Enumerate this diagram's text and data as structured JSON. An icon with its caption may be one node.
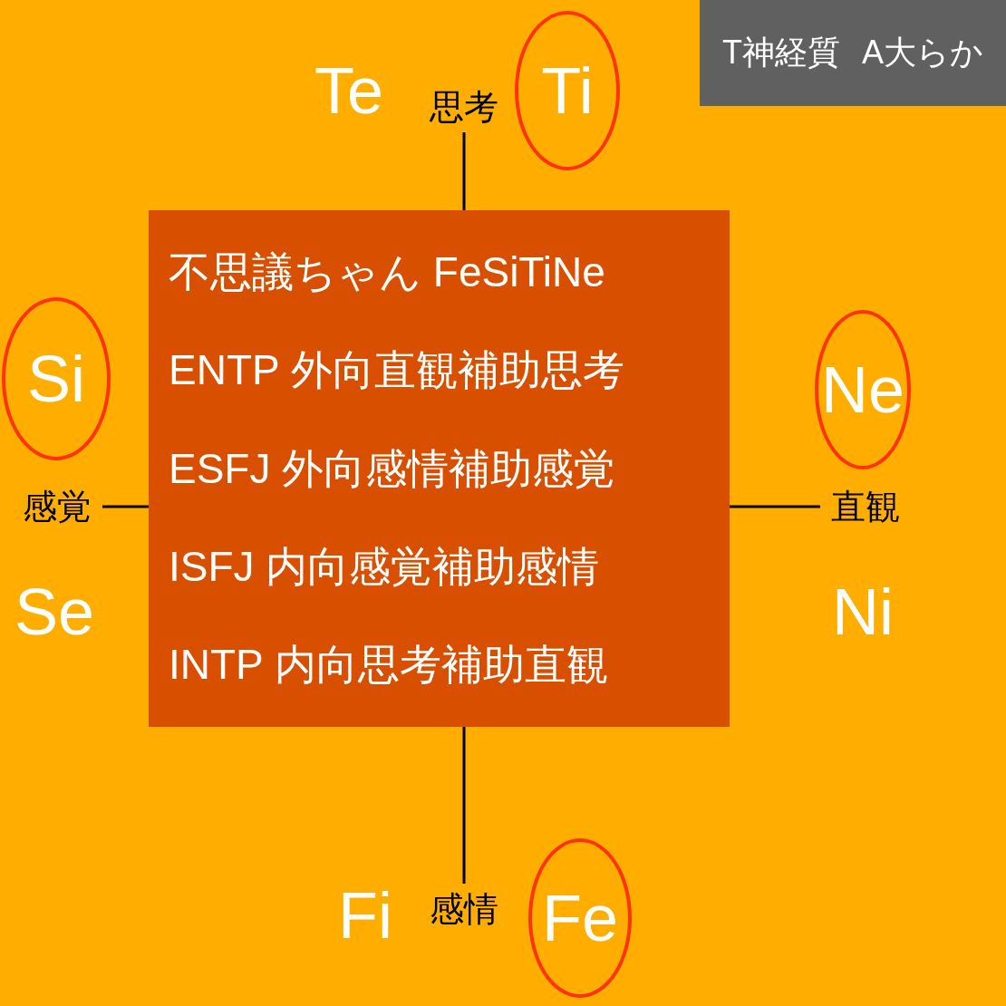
{
  "diagram": {
    "nodes": [
      {
        "text": [
          "T神経質",
          "A大らか"
        ]
      },
      {
        "text": [
          "思考"
        ]
      },
      {
        "text": [
          "Ti"
        ]
      },
      {
        "text": [
          "Si"
        ]
      },
      {
        "text": [
          "不思議ちゃん FeSiTiNe",
          "ENTP 外向直観補助思考",
          "ESFJ 外向感情補助感覚",
          "ISFJ 内向感覚補助感情",
          "INTP 内向思考補助直観"
        ]
      },
      {
        "text": [
          "Ne"
        ]
      },
      {
        "text": [
          "感覚"
        ]
      },
      {
        "text": [
          "直観"
        ]
      },
      {
        "text": [
          "感情"
        ]
      },
      {
        "text": [
          "Fe"
        ]
      }
    ],
    "edges": [
      {
        "from": 1,
        "to": 4,
        "arrow": "none"
      },
      {
        "from": 6,
        "to": 4,
        "arrow": "none"
      },
      {
        "from": 4,
        "to": 7,
        "arrow": "none"
      },
      {
        "from": 4,
        "to": 8,
        "arrow": "none"
      }
    ],
    "labels": [
      "Te",
      "Se",
      "Ni",
      "Fi"
    ]
  }
}
